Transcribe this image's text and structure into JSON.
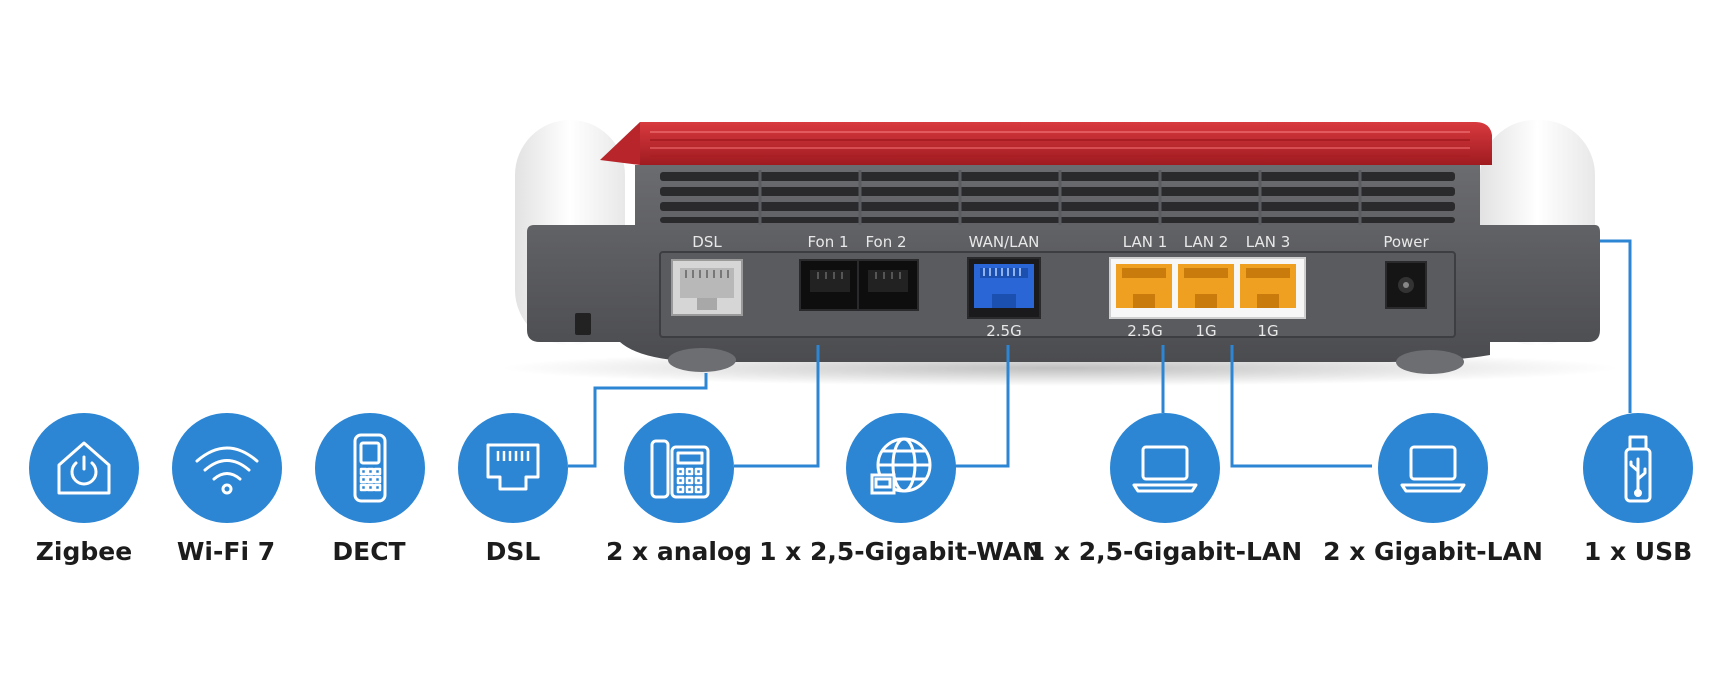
{
  "router": {
    "port_labels": {
      "dsl": "DSL",
      "fon1": "Fon 1",
      "fon2": "Fon 2",
      "wan_lan": "WAN/LAN",
      "lan1": "LAN 1",
      "lan2": "LAN 2",
      "lan3": "LAN 3",
      "power": "Power"
    },
    "speed_labels": {
      "wan": "2.5G",
      "lan1": "2.5G",
      "lan2": "1G",
      "lan3": "1G"
    }
  },
  "features": [
    {
      "label": "Zigbee",
      "icon": "zigbee-home-power-icon"
    },
    {
      "label": "Wi-Fi 7",
      "icon": "wifi-icon"
    },
    {
      "label": "DECT",
      "icon": "dect-phone-icon"
    },
    {
      "label": "DSL",
      "icon": "dsl-port-icon"
    },
    {
      "label": "2 x analog",
      "icon": "analog-phone-icon"
    },
    {
      "label": "1 x 2,5-Gigabit-WAN",
      "icon": "globe-wan-icon"
    },
    {
      "label": "1 x 2,5-Gigabit-LAN",
      "icon": "laptop-icon"
    },
    {
      "label": "2 x Gigabit-LAN",
      "icon": "laptop-icon"
    },
    {
      "label": "1 x USB",
      "icon": "usb-stick-icon"
    }
  ],
  "colors": {
    "icon_blue": "#2c86d4",
    "router_red": "#c0242a",
    "router_grey": "#56575b",
    "port_blue": "#2a66d6",
    "port_yellow": "#f0a020",
    "label_text": "#1c1c1c"
  }
}
